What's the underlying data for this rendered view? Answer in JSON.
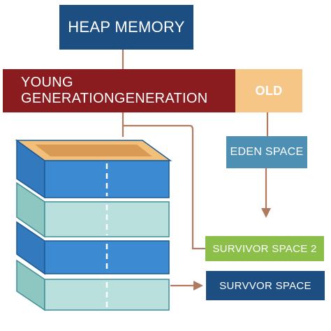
{
  "boxes": {
    "heap": "HEAP MEMORY",
    "young": "YOUNG GENERATIONGENERATION",
    "old": "OLD",
    "eden": "EDEN SPACE",
    "survivor2": "SURVIVOR SPACE 2",
    "survivor": "SURVVOR SPACE"
  },
  "colors": {
    "heap": "#1d4e82",
    "young": "#8a1c20",
    "old": "#f6c687",
    "eden": "#4d90b4",
    "survivor2": "#8bbf49",
    "survivor": "#1d4e82",
    "connector": "#b07a5e",
    "stack_blue": "#3c8bd2",
    "stack_teal": "#b9e0dc",
    "stack_top": "#f3c07c"
  }
}
